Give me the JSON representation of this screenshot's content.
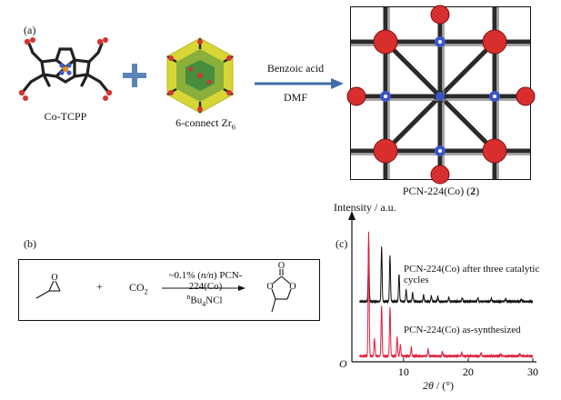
{
  "panel_a": {
    "label": "(a)",
    "tcpp_label": "Co-TCPP",
    "zr_label_main": "6-connect Zr",
    "zr_label_sub": "6",
    "arrow_top": "Benzoic acid",
    "arrow_bottom": "DMF",
    "mof_label_main": "PCN-224(Co) (",
    "mof_label_bold": "2",
    "mof_label_end": ")",
    "plus_color": "#5b84b8",
    "arrow_color": "#3f6ea8"
  },
  "panel_b": {
    "label": "(b)",
    "plus": "+",
    "co2_main": "CO",
    "co2_sub": "2",
    "condition_top_a": "~0.1% (",
    "condition_top_nn": "n/n",
    "condition_top_b": ") PCN-224(Co)",
    "condition_bottom_sup": "n",
    "condition_bottom_main": "Bu",
    "condition_bottom_sub": "4",
    "condition_bottom_end": "NCl"
  },
  "panel_c": {
    "label": "(c)",
    "ylabel": "Intensity / a.u.",
    "origin_label": "O",
    "xlabel_theta": "2θ",
    "xlabel_unit": " / (°)",
    "series_top_label": "PCN-224(Co) after three catalytic cycles",
    "series_bottom_label": "PCN-224(Co) as-synthesized",
    "series_top_color": "#111111",
    "series_bottom_color": "#e01e3c"
  },
  "chart_data": {
    "type": "line",
    "xlim": [
      2,
      30
    ],
    "xticks": [
      10,
      20,
      30
    ],
    "xtick_labels": [
      "10",
      "20",
      "30"
    ],
    "series": [
      {
        "name": "PCN-224(Co) after three catalytic cycles",
        "baseline": 0.42,
        "peaks": [
          [
            4.6,
            0.4
          ],
          [
            6.6,
            0.38
          ],
          [
            7.9,
            0.32
          ],
          [
            9.3,
            0.19
          ],
          [
            10.4,
            0.08
          ],
          [
            11.4,
            0.06
          ],
          [
            13.1,
            0.045
          ],
          [
            14.3,
            0.04
          ],
          [
            15.3,
            0.035
          ],
          [
            17.0,
            0.03
          ],
          [
            19.1,
            0.025
          ],
          [
            21.5,
            0.025
          ],
          [
            23.6,
            0.02
          ],
          [
            25.8,
            0.02
          ],
          [
            28.2,
            0.015
          ]
        ]
      },
      {
        "name": "PCN-224(Co) as-synthesized",
        "baseline": 0.04,
        "peaks": [
          [
            4.6,
            0.86
          ],
          [
            5.5,
            0.12
          ],
          [
            6.6,
            0.35
          ],
          [
            7.9,
            0.34
          ],
          [
            9.0,
            0.13
          ],
          [
            9.5,
            0.08
          ],
          [
            11.2,
            0.06
          ],
          [
            13.8,
            0.05
          ],
          [
            16.0,
            0.03
          ],
          [
            19.0,
            0.025
          ],
          [
            22.0,
            0.02
          ],
          [
            25.0,
            0.015
          ],
          [
            28.0,
            0.015
          ]
        ]
      }
    ]
  }
}
